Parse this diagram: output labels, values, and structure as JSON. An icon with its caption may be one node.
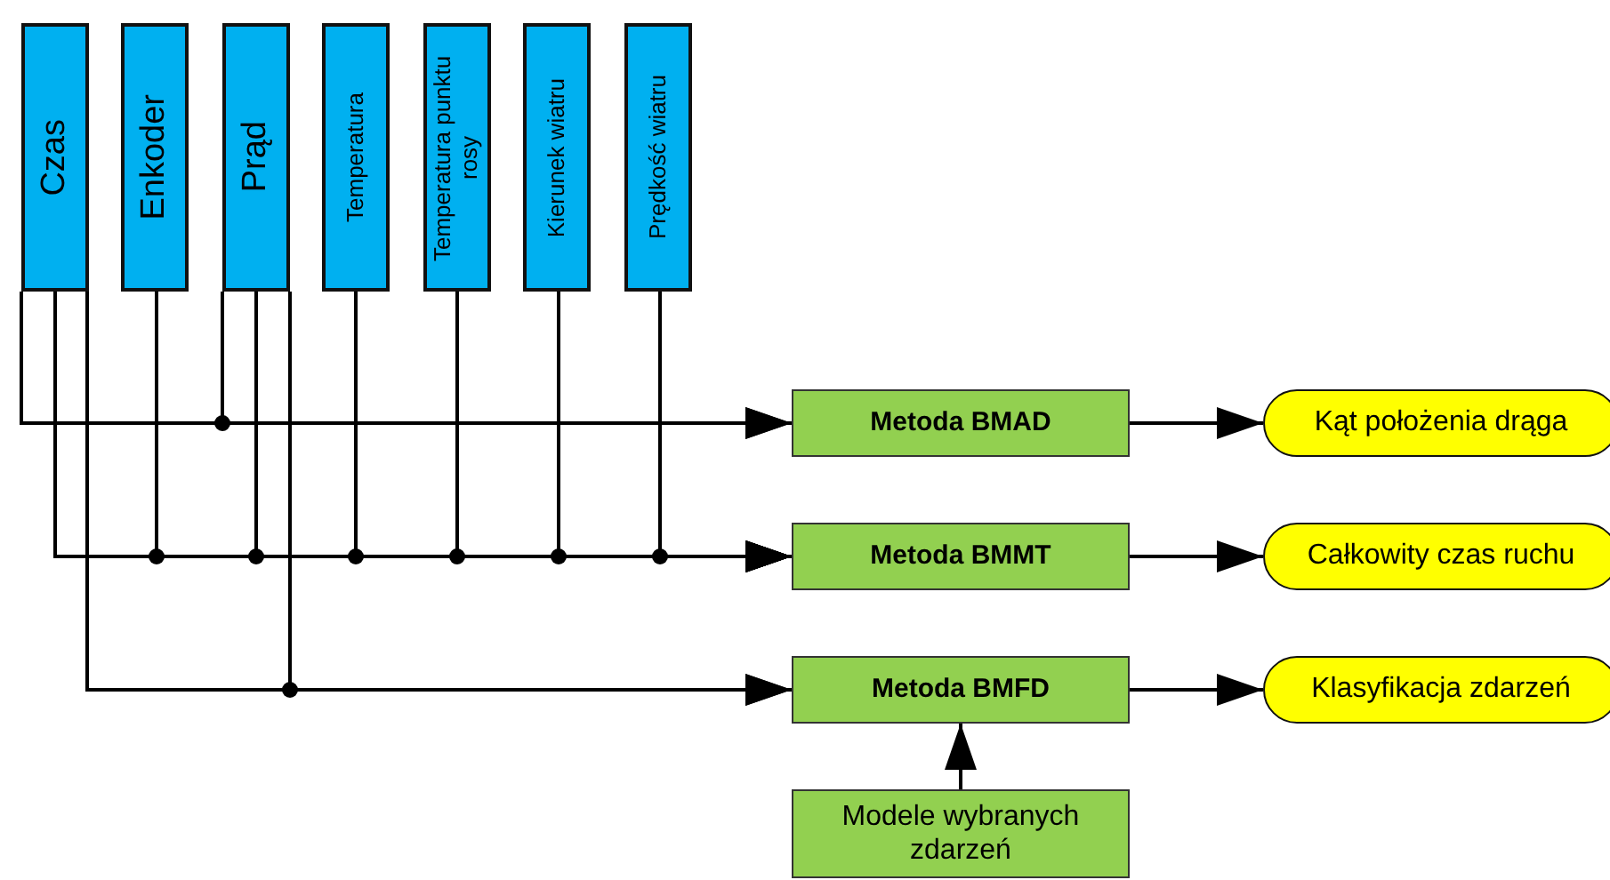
{
  "diagram": {
    "nodes": [
      {
        "text": [
          "Czas"
        ]
      },
      {
        "text": [
          "Enkoder"
        ]
      },
      {
        "text": [
          "Prąd"
        ]
      },
      {
        "text": [
          "Temperatura"
        ]
      },
      {
        "text": [
          "Temperatura punktu rosy"
        ]
      },
      {
        "text": [
          "Kierunek wiatru"
        ]
      },
      {
        "text": [
          "Prędkość wiatru"
        ]
      },
      {
        "text": [
          "Metoda BMAD"
        ]
      },
      {
        "text": [
          "Kąt położenia drąga"
        ]
      },
      {
        "text": [
          "Metoda BMMT"
        ]
      },
      {
        "text": [
          "Całkowity czas ruchu"
        ]
      },
      {
        "text": [
          "Metoda BMFD"
        ]
      },
      {
        "text": [
          "Klasyfikacja zdarzeń"
        ]
      },
      {
        "text": [
          "Modele wybranych zdarzeń"
        ]
      }
    ],
    "edges": [
      {
        "from": 0,
        "to": 7,
        "arrow": "to"
      },
      {
        "from": 2,
        "to": 7,
        "arrow": "to"
      },
      {
        "from": 0,
        "to": 9,
        "arrow": "to"
      },
      {
        "from": 1,
        "to": 9,
        "arrow": "to"
      },
      {
        "from": 2,
        "to": 9,
        "arrow": "to"
      },
      {
        "from": 3,
        "to": 9,
        "arrow": "to"
      },
      {
        "from": 4,
        "to": 9,
        "arrow": "to"
      },
      {
        "from": 5,
        "to": 9,
        "arrow": "to"
      },
      {
        "from": 6,
        "to": 9,
        "arrow": "to"
      },
      {
        "from": 0,
        "to": 11,
        "arrow": "to"
      },
      {
        "from": 2,
        "to": 11,
        "arrow": "to"
      },
      {
        "from": 7,
        "to": 8,
        "arrow": "to"
      },
      {
        "from": 9,
        "to": 10,
        "arrow": "to"
      },
      {
        "from": 11,
        "to": 12,
        "arrow": "to"
      },
      {
        "from": 13,
        "to": 11,
        "arrow": "to"
      }
    ]
  }
}
